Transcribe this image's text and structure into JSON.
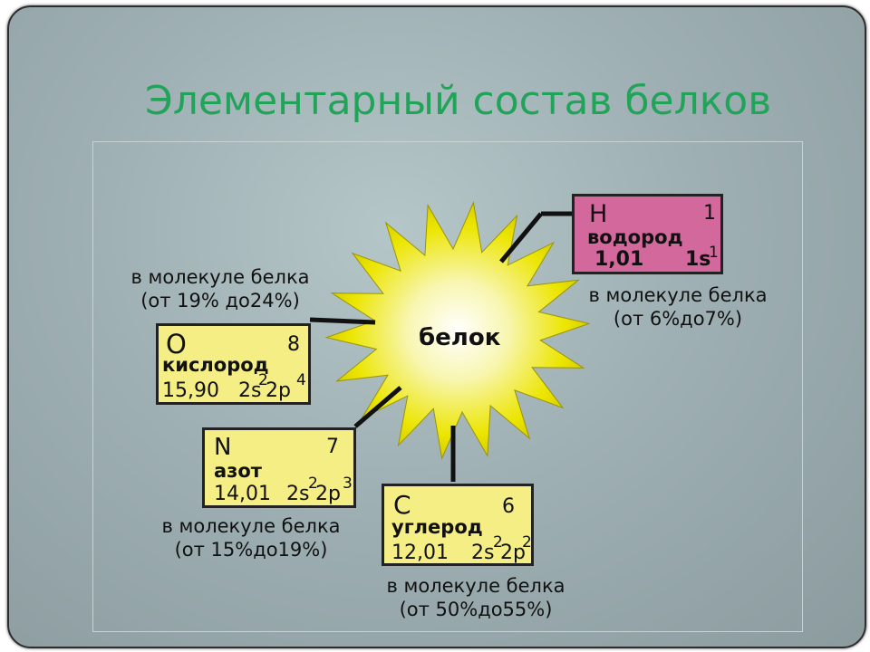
{
  "title": "Элементарный состав белков",
  "center": "белок",
  "elements": {
    "hydrogen": {
      "symbol": "H",
      "number": "1",
      "name": "водород",
      "mass": "1,01",
      "config": "1s",
      "config_sup": "1",
      "note_line1": "в молекуле белка",
      "note_line2": "(от 6%до7%)"
    },
    "oxygen": {
      "symbol": "O",
      "number": "8",
      "name": "кислород",
      "mass": "15,90",
      "config_a": "2s",
      "sup_a": "2",
      "config_b": "2p",
      "sup_b": "4",
      "note_line1": "в молекуле белка",
      "note_line2": "(от 19% до24%)"
    },
    "nitrogen": {
      "symbol": "N",
      "number": "7",
      "name": "азот",
      "mass": "14,01",
      "config_a": "2s",
      "sup_a": "2",
      "config_b": "2p",
      "sup_b": "3",
      "note_line1": "в молекуле белка",
      "note_line2": "(от 15%до19%)"
    },
    "carbon": {
      "symbol": "C",
      "number": "6",
      "name": "углерод",
      "mass": "12,01",
      "config_a": "2s",
      "sup_a": "2",
      "config_b": "2p",
      "sup_b": "2",
      "note_line1": "в молекуле белка",
      "note_line2": "(от 50%до55%)"
    }
  },
  "colors": {
    "title": "#22a35a",
    "star": "#e8e400",
    "yellow_card": "#f4ee84",
    "pink_card": "#d2689b"
  }
}
